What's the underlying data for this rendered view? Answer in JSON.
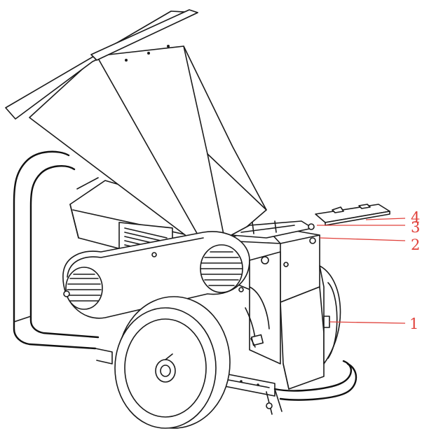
{
  "colors": {
    "line": "#1a1a1a",
    "callout": "#e0403a",
    "background": "#ffffff"
  },
  "callouts": [
    {
      "label": "1"
    },
    {
      "label": "2"
    },
    {
      "label": "3"
    },
    {
      "label": "4"
    }
  ]
}
